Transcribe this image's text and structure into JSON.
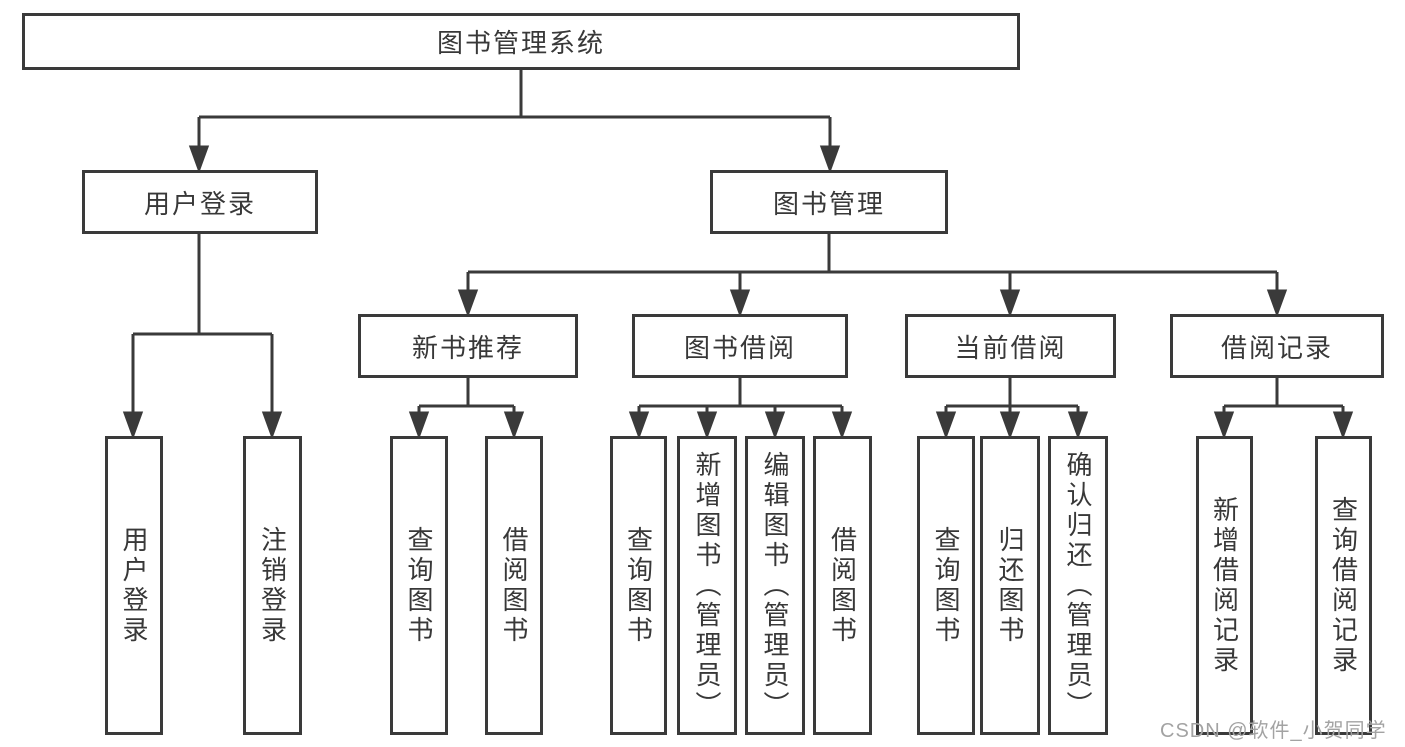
{
  "colors": {
    "line": "#3a3a3a",
    "box_border": "#3a3a3a",
    "box_background": "#ffffff",
    "text": "#383838",
    "watermark": "#a3a3a3",
    "page_background": "#ffffff"
  },
  "tree": {
    "root": {
      "label": "图书管理系统"
    },
    "level1": [
      {
        "label": "用户登录"
      },
      {
        "label": "图书管理"
      }
    ],
    "level2": [
      {
        "label": "新书推荐",
        "parent": "图书管理"
      },
      {
        "label": "图书借阅",
        "parent": "图书管理"
      },
      {
        "label": "当前借阅",
        "parent": "图书管理"
      },
      {
        "label": "借阅记录",
        "parent": "图书管理"
      }
    ],
    "leaves": [
      {
        "label": "用户登录",
        "parent": "用户登录"
      },
      {
        "label": "注销登录",
        "parent": "用户登录"
      },
      {
        "label": "查询图书",
        "parent": "新书推荐"
      },
      {
        "label": "借阅图书",
        "parent": "新书推荐"
      },
      {
        "label": "查询图书",
        "parent": "图书借阅"
      },
      {
        "label": "新增图书（管理员）",
        "parent": "图书借阅"
      },
      {
        "label": "编辑图书（管理员）",
        "parent": "图书借阅"
      },
      {
        "label": "借阅图书",
        "parent": "图书借阅"
      },
      {
        "label": "查询图书",
        "parent": "当前借阅"
      },
      {
        "label": "归还图书",
        "parent": "当前借阅"
      },
      {
        "label": "确认归还（管理员）",
        "parent": "当前借阅"
      },
      {
        "label": "新增借阅记录",
        "parent": "借阅记录"
      },
      {
        "label": "查询借阅记录",
        "parent": "借阅记录"
      }
    ]
  },
  "watermark": {
    "text": "CSDN @软件_小贺同学"
  }
}
